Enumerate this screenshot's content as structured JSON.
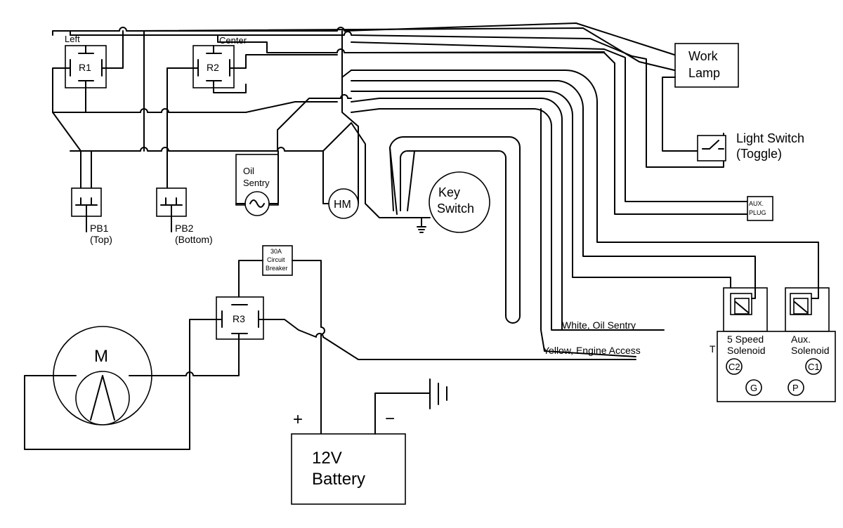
{
  "labels": {
    "left": "Left",
    "center": "Center",
    "r1": "R1",
    "r2": "R2",
    "r3": "R3",
    "work_lamp_line1": "Work",
    "work_lamp_line2": "Lamp",
    "light_switch_line1": "Light Switch",
    "light_switch_line2": "(Toggle)",
    "aux_plug_line1": "AUX.",
    "aux_plug_line2": "PLUG",
    "oil_sentry_line1": "Oil",
    "oil_sentry_line2": "Sentry",
    "hm": "HM",
    "key_switch_line1": "Key",
    "key_switch_line2": "Switch",
    "pb1_line1": "PB1",
    "pb1_line2": "(Top)",
    "pb2_line1": "PB2",
    "pb2_line2": "(Bottom)",
    "breaker_line1": "30A",
    "breaker_line2": "Circuit",
    "breaker_line3": "Breaker",
    "motor": "M",
    "plus": "+",
    "minus": "−",
    "battery_line1": "12V",
    "battery_line2": "Battery",
    "white_wire": "White, Oil Sentry",
    "yellow_wire": "Yellow, Engine Access",
    "solenoid5_line1": "5 Speed",
    "solenoid5_line2": "Solenoid",
    "aux_solenoid_line1": "Aux.",
    "aux_solenoid_line2": "Solenoid",
    "t_label": "T",
    "c2": "C2",
    "c1": "C1",
    "g": "G",
    "p": "P"
  }
}
